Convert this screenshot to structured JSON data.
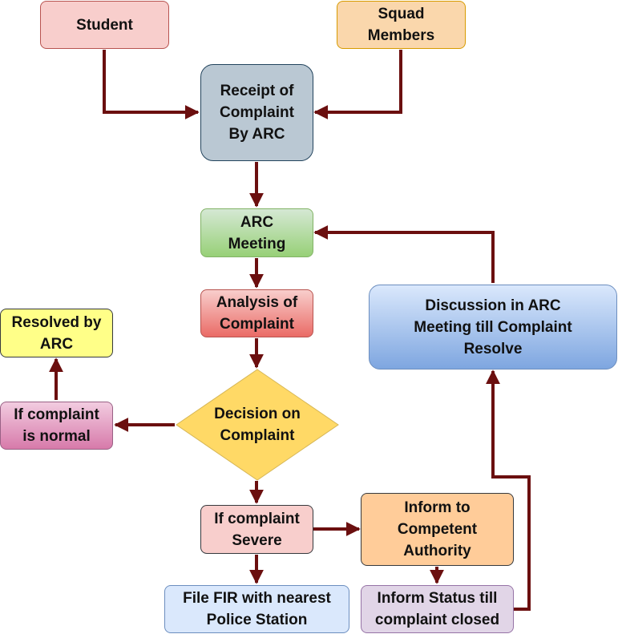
{
  "nodes": {
    "student": "Student",
    "squad": [
      "Squad",
      "Members"
    ],
    "receipt": [
      "Receipt of",
      "Complaint",
      "By ARC"
    ],
    "arc_meeting": [
      "ARC",
      "Meeting"
    ],
    "analysis": [
      "Analysis of",
      "Complaint"
    ],
    "resolved": [
      "Resolved by",
      "ARC"
    ],
    "normal": [
      "If complaint",
      "is normal"
    ],
    "decision": [
      "Decision on",
      "Complaint"
    ],
    "severe": [
      "If complaint",
      "Severe"
    ],
    "inform_authority": [
      "Inform to",
      "Competent",
      "Authority"
    ],
    "fir": [
      "File FIR with nearest",
      "Police Station"
    ],
    "inform_status": [
      "Inform Status till",
      "complaint closed"
    ],
    "discussion": [
      "Discussion in ARC",
      "Meeting till Complaint",
      "Resolve"
    ]
  },
  "colors": {
    "arrow": "#6b0f0f",
    "student": "#f8cecc",
    "squad": "#fad7ac",
    "receipt": "#bac8d3",
    "arc_meeting": "#b9e0a5",
    "analysis": "#ea6b66",
    "resolved": "#ffff88",
    "normal": "#e6a0c4",
    "decision": "#ffd966",
    "severe": "#f8cecc",
    "inform_authority": "#ffcc99",
    "fir": "#dae8fc",
    "inform_status": "#e1d5e7",
    "discussion": "#a9c4eb"
  }
}
